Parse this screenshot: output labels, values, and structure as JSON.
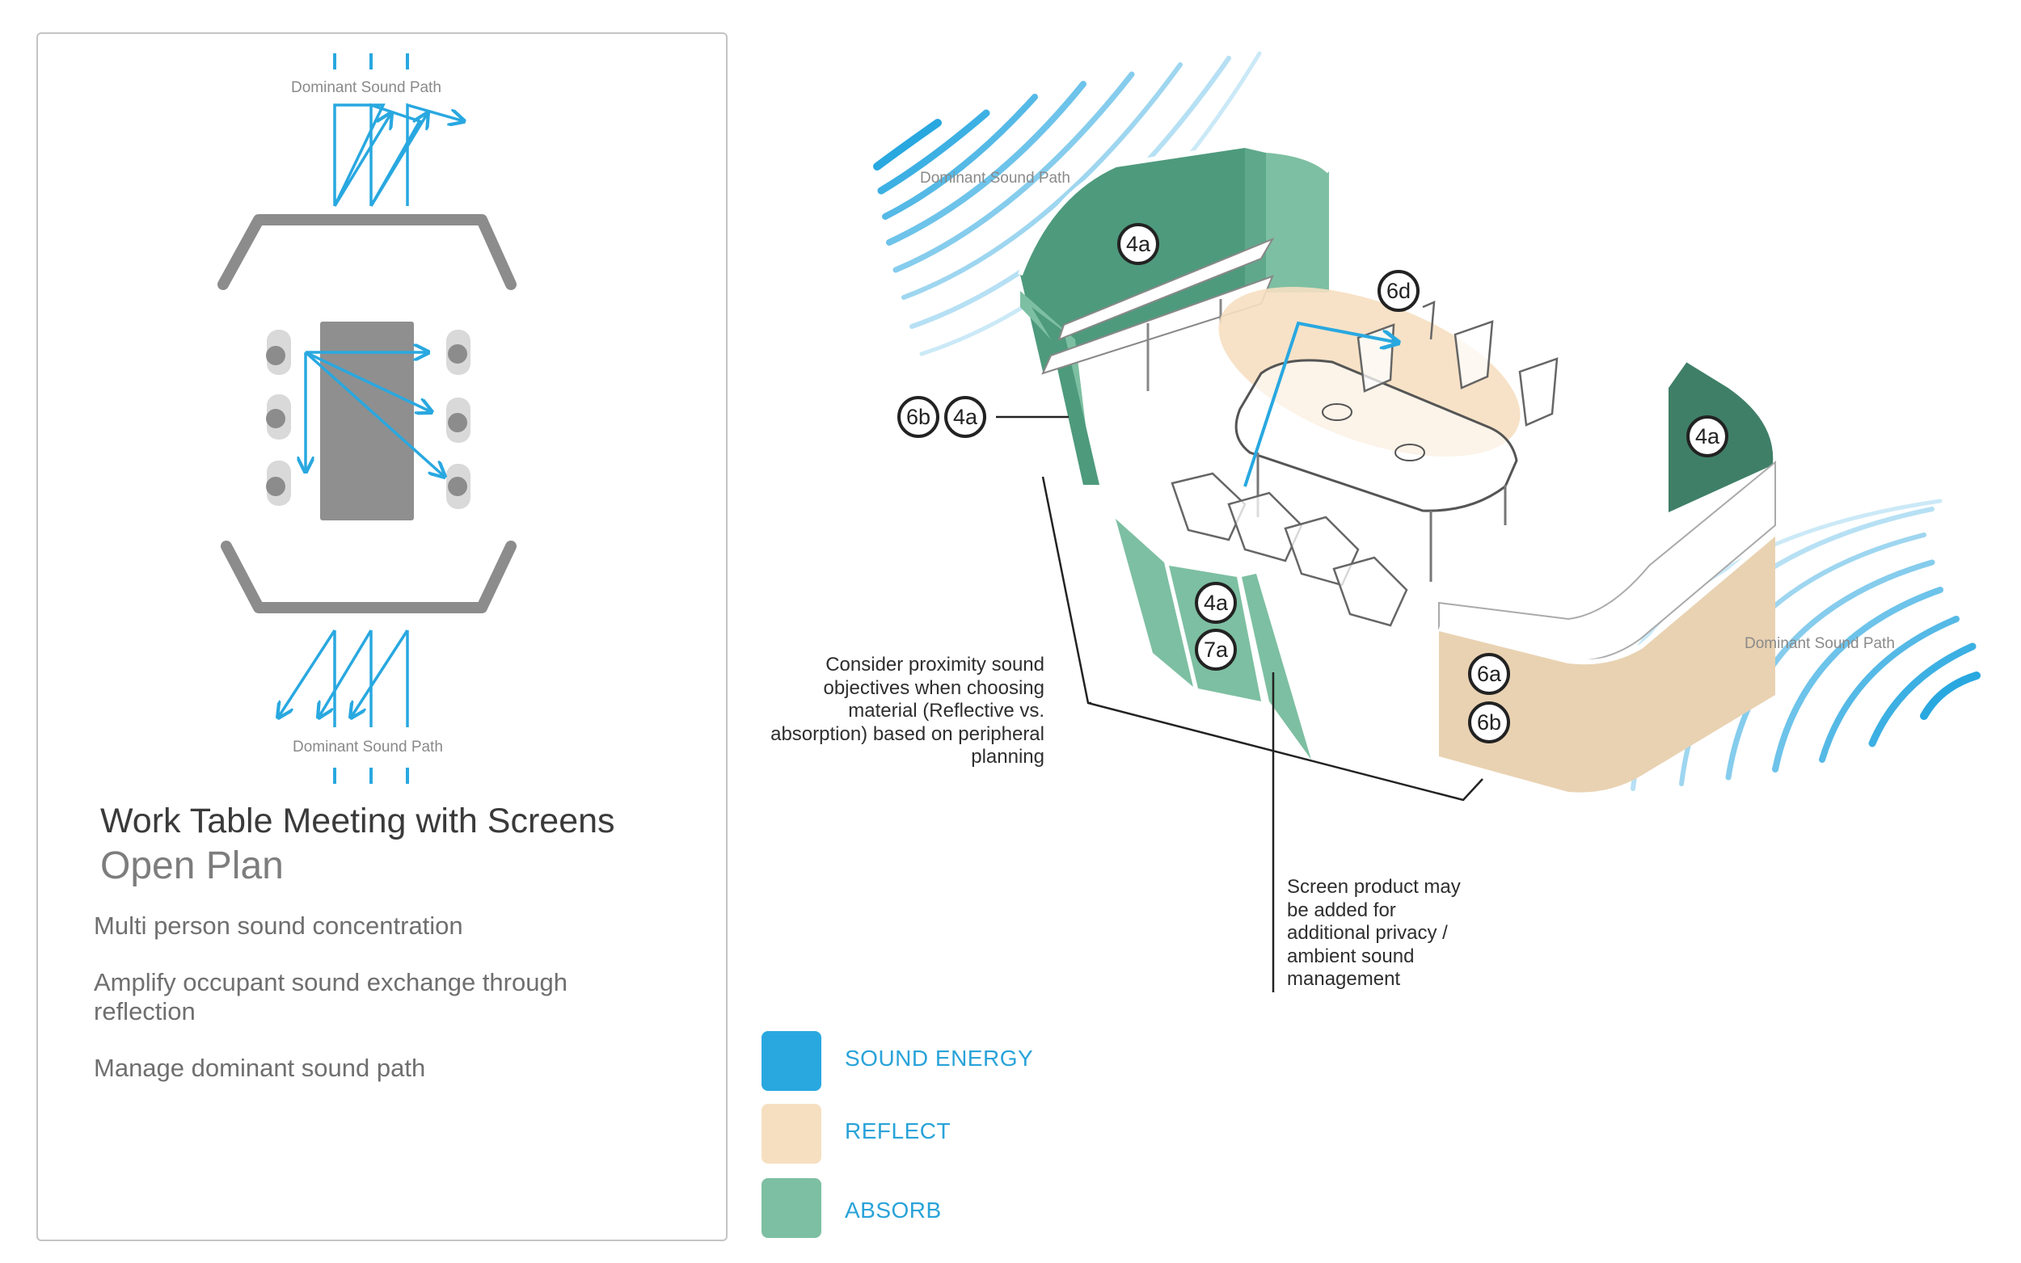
{
  "left_panel": {
    "top_path_label": "Dominant Sound Path",
    "bottom_path_label": "Dominant Sound Path",
    "title": "Work Table Meeting with Screens",
    "subtitle": "Open Plan",
    "points": [
      "Multi person sound concentration",
      "Amplify occupant sound exchange through reflection",
      "Manage dominant sound path"
    ]
  },
  "diagram": {
    "path_label_left": "Dominant Sound Path",
    "path_label_right": "Dominant Sound Path",
    "tags": [
      "4a",
      "6d",
      "6b",
      "4a",
      "4a",
      "4a",
      "7a",
      "6a",
      "6b"
    ],
    "note_proximity": [
      "Consider proximity sound",
      "objectives when choosing",
      "material (Reflective vs.",
      "absorption) based on peripheral",
      "planning"
    ],
    "note_screen": [
      "Screen product may",
      "be added for",
      "additional privacy /",
      "ambient sound",
      "management"
    ]
  },
  "legend": [
    {
      "label": "SOUND ENERGY",
      "color": "#29a8e0"
    },
    {
      "label": "REFLECT",
      "color": "#f6dfc1"
    },
    {
      "label": "ABSORB",
      "color": "#7dbfa2"
    }
  ],
  "colors": {
    "sound": "#29a8e0",
    "reflect": "#f6dfc1",
    "absorb": "#7dbfa2",
    "absorb_dark": "#3f7f68",
    "reflect_panel": "#e9d2b2"
  }
}
